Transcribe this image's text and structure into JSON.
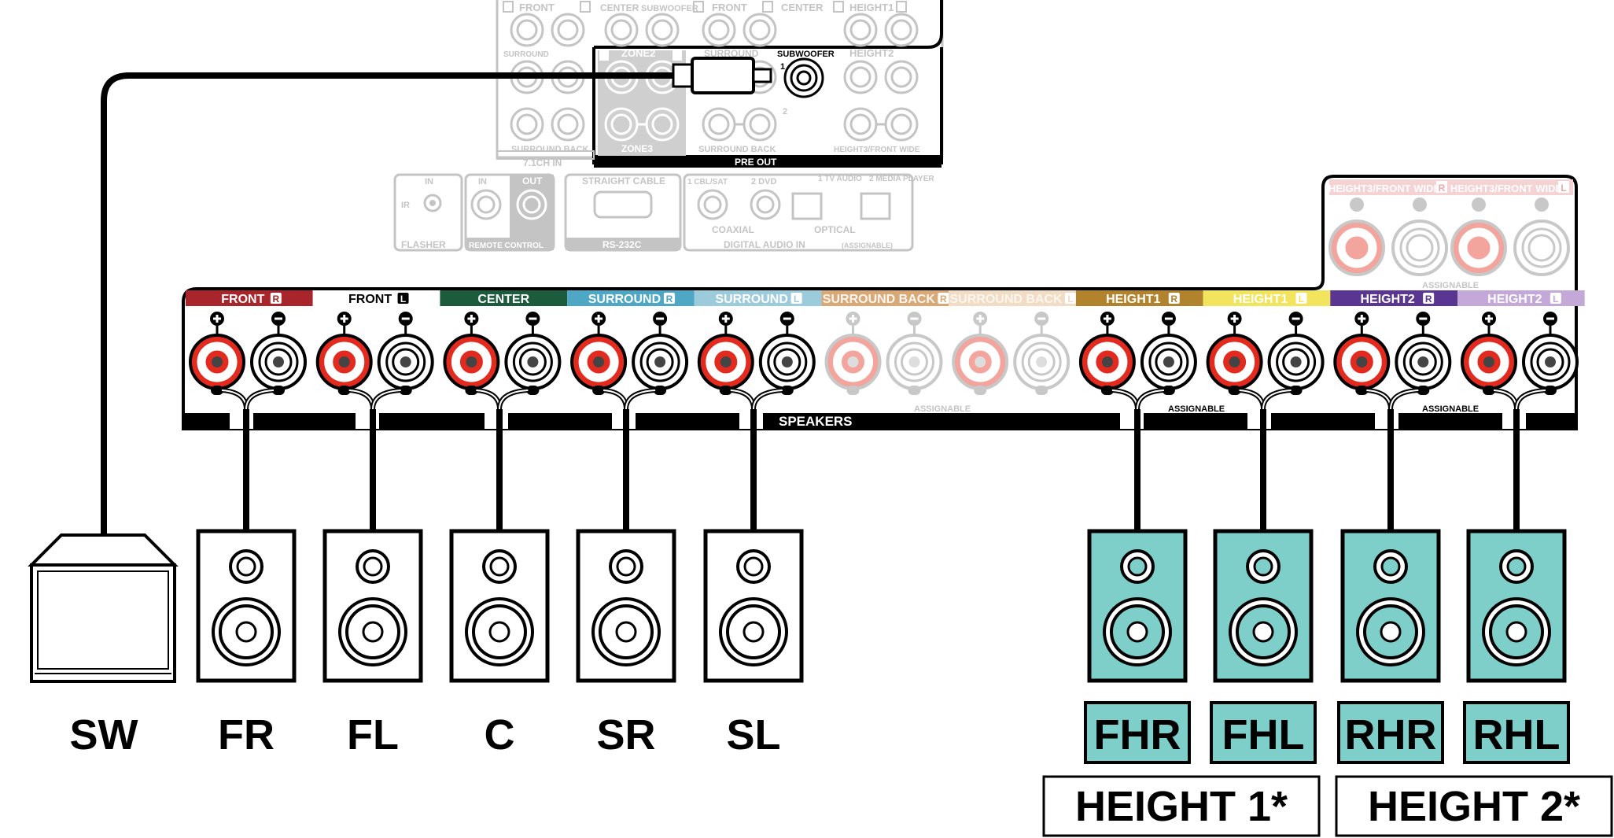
{
  "preout_panel": {
    "top_labels": [
      "FRONT",
      "CENTER",
      "SUBWOOFER",
      "FRONT",
      "CENTER",
      "HEIGHT1"
    ],
    "row2_labels": [
      "SURROUND",
      "ZONE2",
      "SURROUND",
      "HEIGHT2"
    ],
    "subwoofer_label": "SUBWOOFER",
    "sub_num1": "1",
    "sub_num2": "2",
    "bottom_labels": [
      "SURROUND BACK",
      "ZONE3",
      "SURROUND BACK",
      "HEIGHT3/FRONT WIDE"
    ],
    "in_label": "7.1CH IN",
    "preout_label": "PRE OUT",
    "r": "R",
    "l": "L"
  },
  "misc_panel": {
    "ir_in": "IN",
    "ir": "IR",
    "flasher": "FLASHER",
    "rc_in": "IN",
    "rc_out": "OUT",
    "remote_control": "REMOTE CONTROL",
    "straight_cable": "STRAIGHT CABLE",
    "rs232c": "RS-232C",
    "digital_inputs": [
      "1 CBL/SAT",
      "2 DVD",
      "1 TV AUDIO",
      "2 MEDIA PLAYER"
    ],
    "coaxial": "COAXIAL",
    "optical": "OPTICAL",
    "digital_audio_in": "DIGITAL AUDIO IN",
    "assignable_small": "(ASSIGNABLE)"
  },
  "speaker_panel": {
    "channels": [
      {
        "label": "FRONT",
        "side": "R",
        "color": "#a8262b",
        "active": true
      },
      {
        "label": "FRONT",
        "side": "L",
        "color": "#ffffff",
        "active": true
      },
      {
        "label": "CENTER",
        "side": "",
        "color": "#1c5b3c",
        "active": true
      },
      {
        "label": "SURROUND",
        "side": "R",
        "color": "#4ea7c4",
        "active": true
      },
      {
        "label": "SURROUND",
        "side": "L",
        "color": "#9ccbdc",
        "active": true
      },
      {
        "label": "SURROUND BACK",
        "side": "R",
        "color": "#d9a877",
        "active": false
      },
      {
        "label": "SURROUND BACK",
        "side": "L",
        "color": "#f1dcc6",
        "active": false
      },
      {
        "label": "HEIGHT1",
        "side": "R",
        "color": "#b2832d",
        "active": true
      },
      {
        "label": "HEIGHT1",
        "side": "L",
        "color": "#f2e45d",
        "active": true
      },
      {
        "label": "HEIGHT2",
        "side": "R",
        "color": "#5a3591",
        "active": true
      },
      {
        "label": "HEIGHT2",
        "side": "L",
        "color": "#c4a8d8",
        "active": true
      }
    ],
    "extra_channels": [
      {
        "label": "HEIGHT3/FRONT WIDE",
        "side": "R"
      },
      {
        "label": "HEIGHT3/FRONT WIDE",
        "side": "L"
      }
    ],
    "speakers_label": "SPEAKERS",
    "assignable": "ASSIGNABLE"
  },
  "speakers": [
    {
      "code": "SW",
      "type": "subwoofer"
    },
    {
      "code": "FR",
      "type": "standard"
    },
    {
      "code": "FL",
      "type": "standard"
    },
    {
      "code": "C",
      "type": "standard"
    },
    {
      "code": "SR",
      "type": "standard"
    },
    {
      "code": "SL",
      "type": "standard"
    },
    {
      "code": "FHR",
      "type": "height"
    },
    {
      "code": "FHL",
      "type": "height"
    },
    {
      "code": "RHR",
      "type": "height"
    },
    {
      "code": "RHL",
      "type": "height"
    }
  ],
  "groups": [
    {
      "label": "HEIGHT 1*"
    },
    {
      "label": "HEIGHT 2*"
    }
  ],
  "colors": {
    "terminal_red": "#e32a1e",
    "terminal_faded_red": "#f3a49c",
    "height_speaker_fill": "#7ecfca",
    "outline": "#000000",
    "faint_gray": "#c4c4c4"
  }
}
